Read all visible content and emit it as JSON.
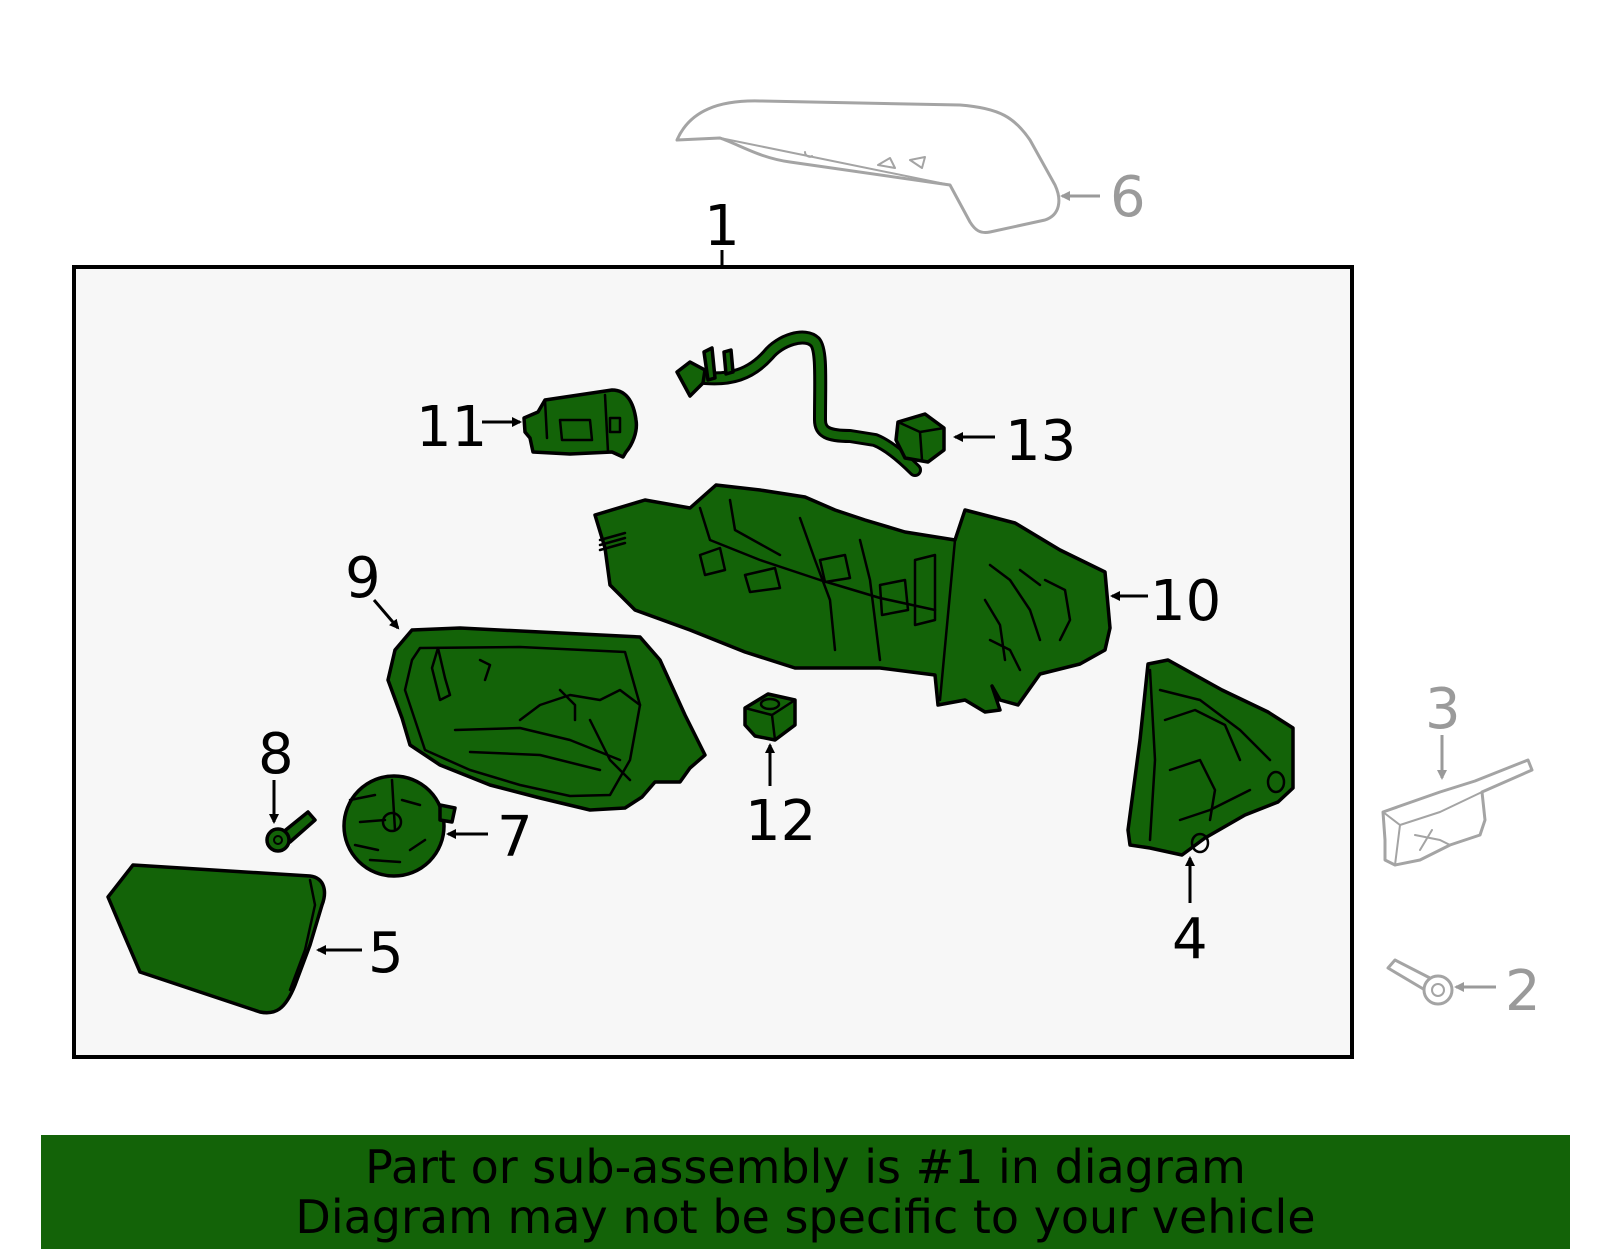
{
  "callouts": {
    "c1": "1",
    "c2": "2",
    "c3": "3",
    "c4": "4",
    "c5": "5",
    "c6": "6",
    "c7": "7",
    "c8": "8",
    "c9": "9",
    "c10": "10",
    "c11": "11",
    "c12": "12",
    "c13": "13"
  },
  "banner": {
    "line1": "Part or sub-assembly is #1 in diagram",
    "line2": "Diagram may not be specific to your vehicle"
  },
  "colors": {
    "highlight": "#136308",
    "outline": "#000000",
    "inactive": "#a4a4a4",
    "box_fill": "#f7f7f7"
  }
}
